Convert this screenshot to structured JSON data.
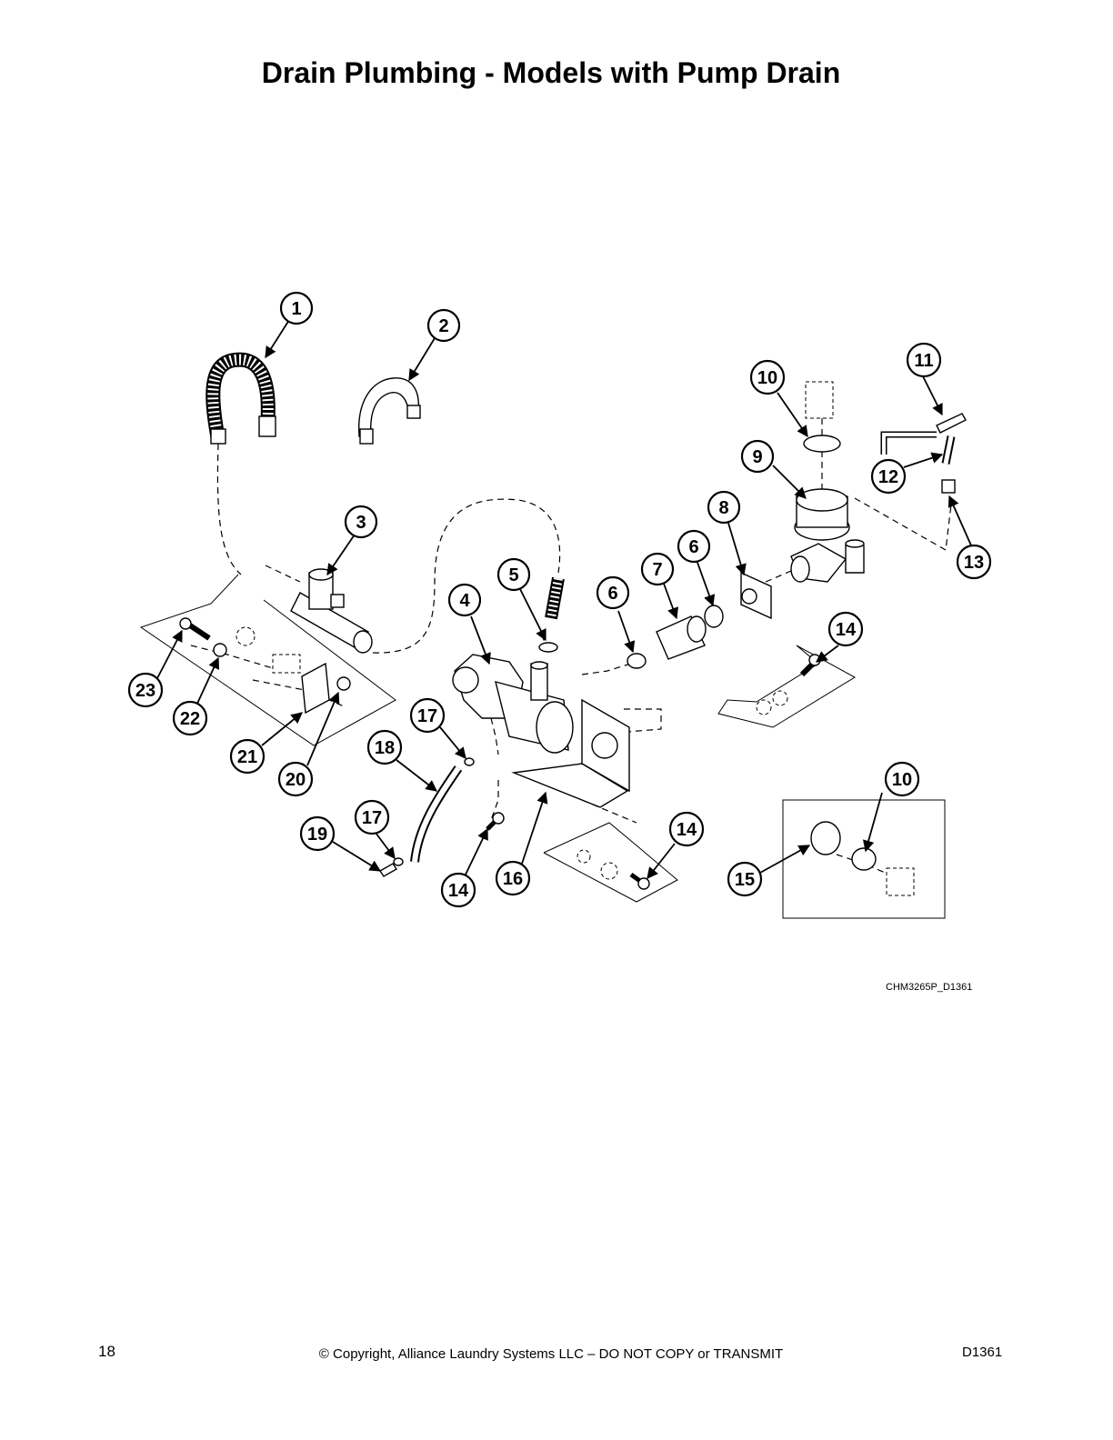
{
  "page": {
    "title": "Drain Plumbing - Models with Pump Drain",
    "figure_code": "CHM3265P_D1361",
    "page_number": "18",
    "copyright": "© Copyright, Alliance Laundry Systems LLC – DO NOT COPY or TRANSMIT",
    "doc_id": "D1361"
  },
  "callouts": [
    {
      "id": "c1",
      "label": "1"
    },
    {
      "id": "c2",
      "label": "2"
    },
    {
      "id": "c3",
      "label": "3"
    },
    {
      "id": "c4",
      "label": "4"
    },
    {
      "id": "c5",
      "label": "5"
    },
    {
      "id": "c6a",
      "label": "6"
    },
    {
      "id": "c6b",
      "label": "6"
    },
    {
      "id": "c7",
      "label": "7"
    },
    {
      "id": "c8",
      "label": "8"
    },
    {
      "id": "c9",
      "label": "9"
    },
    {
      "id": "c10a",
      "label": "10"
    },
    {
      "id": "c10b",
      "label": "10"
    },
    {
      "id": "c11",
      "label": "11"
    },
    {
      "id": "c12",
      "label": "12"
    },
    {
      "id": "c13",
      "label": "13"
    },
    {
      "id": "c14a",
      "label": "14"
    },
    {
      "id": "c14b",
      "label": "14"
    },
    {
      "id": "c14c",
      "label": "14"
    },
    {
      "id": "c15",
      "label": "15"
    },
    {
      "id": "c16",
      "label": "16"
    },
    {
      "id": "c17a",
      "label": "17"
    },
    {
      "id": "c17b",
      "label": "17"
    },
    {
      "id": "c18",
      "label": "18"
    },
    {
      "id": "c19",
      "label": "19"
    },
    {
      "id": "c20",
      "label": "20"
    },
    {
      "id": "c21",
      "label": "21"
    },
    {
      "id": "c22",
      "label": "22"
    },
    {
      "id": "c23",
      "label": "23"
    }
  ]
}
